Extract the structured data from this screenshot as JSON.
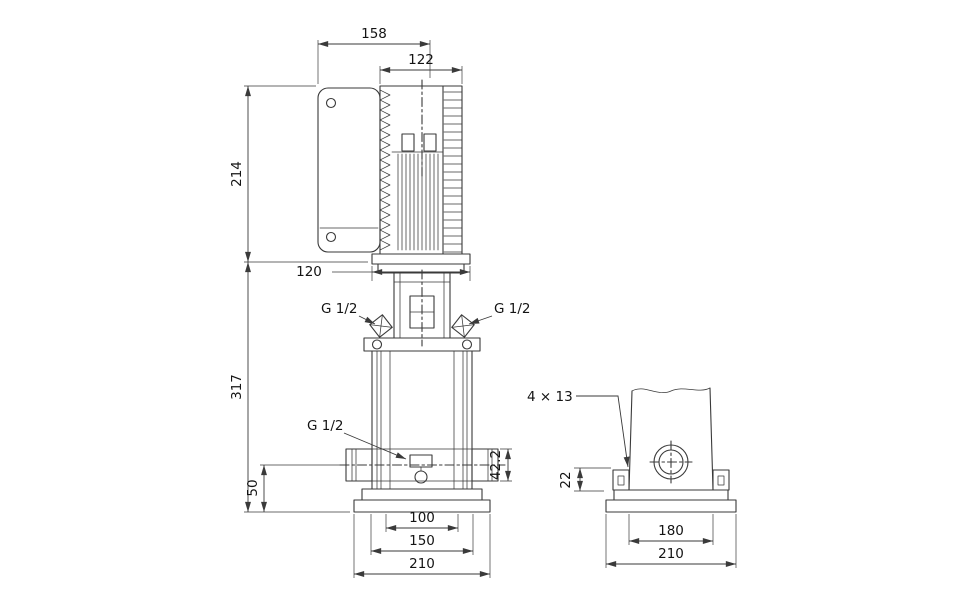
{
  "meta": {
    "description": "Dimensional technical drawing of a vertical multistage pump: front view with motor, and side view of the base"
  },
  "labels": {
    "top_width": "158",
    "motor_width": "122",
    "motor_height": "214",
    "flange_width": "120",
    "pump_height": "317",
    "gauge_port_left": "G 1/2",
    "gauge_port_right": "G 1/2",
    "drain_port": "G 1/2",
    "port_height": "50",
    "port_size": "42.2",
    "base_inner": "100",
    "base_mid": "150",
    "base_outer": "210",
    "base_holes": "4 × 13",
    "foot_height": "22",
    "side_base_inner": "180",
    "side_base_outer": "210"
  },
  "colors": {
    "line": "#3a3a3a",
    "background": "#ffffff",
    "text": "#141414"
  }
}
